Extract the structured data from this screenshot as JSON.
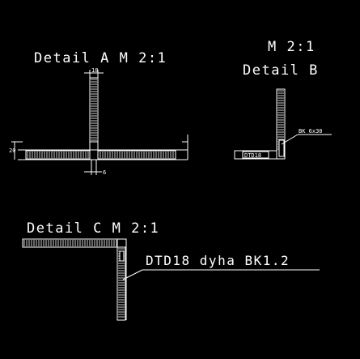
{
  "canvas": {
    "background": "#000000",
    "line_color": "#ffffff"
  },
  "detail_a": {
    "title": "Detail  A  M  2:1",
    "dim_top": "18",
    "dim_side": "20",
    "dim_bottom": "6"
  },
  "detail_b": {
    "scale": "M  2:1",
    "title": "Detail  B",
    "callout": "BK 6x30",
    "board_label": "DTD18"
  },
  "detail_c": {
    "title": "Detail  C  M  2:1",
    "note": "DTD18  dyha  BK1.2"
  }
}
